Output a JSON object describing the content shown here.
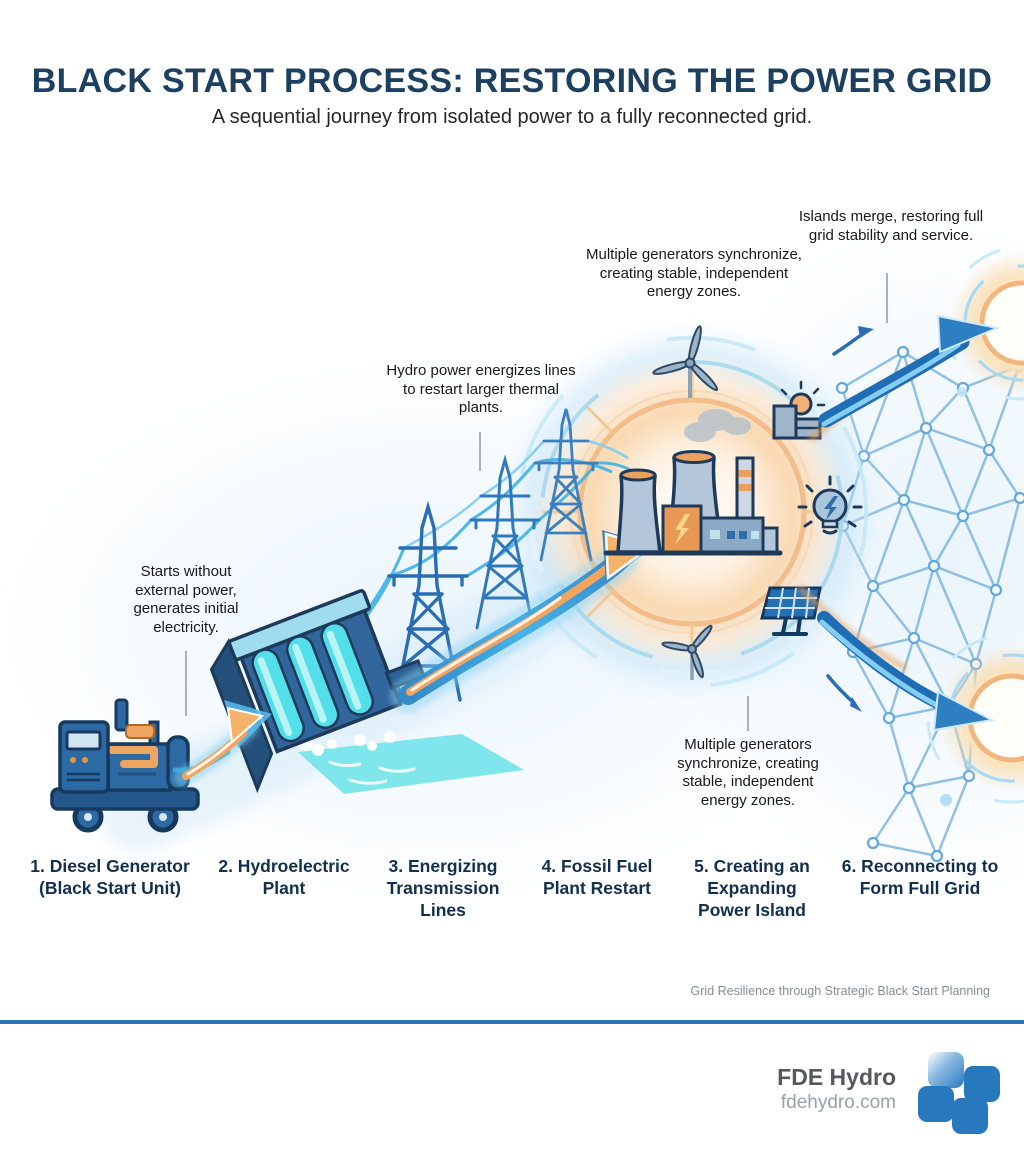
{
  "header": {
    "title": "BLACK START PROCESS: RESTORING THE POWER GRID",
    "subtitle": "A sequential journey from isolated power to a fully reconnected grid."
  },
  "annotations": {
    "diesel": "Starts without external power, generates initial electricity.",
    "hydro": "Hydro power energizes lines to restart larger thermal plants.",
    "island_top": "Multiple generators synchronize, creating stable, independent energy zones.",
    "merge": "Islands merge, restoring full grid stability and service.",
    "island_bottom": "Multiple generators synchronize, creating stable, independent energy zones."
  },
  "steps": [
    {
      "label": "1. Diesel Generator (Black Start Unit)"
    },
    {
      "label": "2. Hydroelectric Plant"
    },
    {
      "label": "3. Energizing Transmission Lines"
    },
    {
      "label": "4. Fossil Fuel Plant Restart"
    },
    {
      "label": "5. Creating an Expanding Power Island"
    },
    {
      "label": "6. Reconnecting to Form Full Grid"
    }
  ],
  "footer": {
    "tagline": "Grid Resilience through Strategic Black Start Planning",
    "brand_name": "FDE Hydro",
    "brand_url": "fdehydro.com"
  },
  "illustration": {
    "stage_icons": [
      "diesel-generator",
      "hydroelectric-dam",
      "transmission-towers",
      "fossil-fuel-plant",
      "power-island",
      "grid-network"
    ],
    "island_icons": [
      "wind-turbine",
      "factory-sun",
      "lightbulb-energy",
      "solar-panel"
    ]
  },
  "colors": {
    "title_navy": "#1d4060",
    "step_navy": "#132f4e",
    "divider_blue": "#2e74b8",
    "logo_blue": "#2878be",
    "energy_cyan": "#3fb3e6",
    "glow_orange": "#f2a45f",
    "tagline_gray": "#868d96"
  }
}
